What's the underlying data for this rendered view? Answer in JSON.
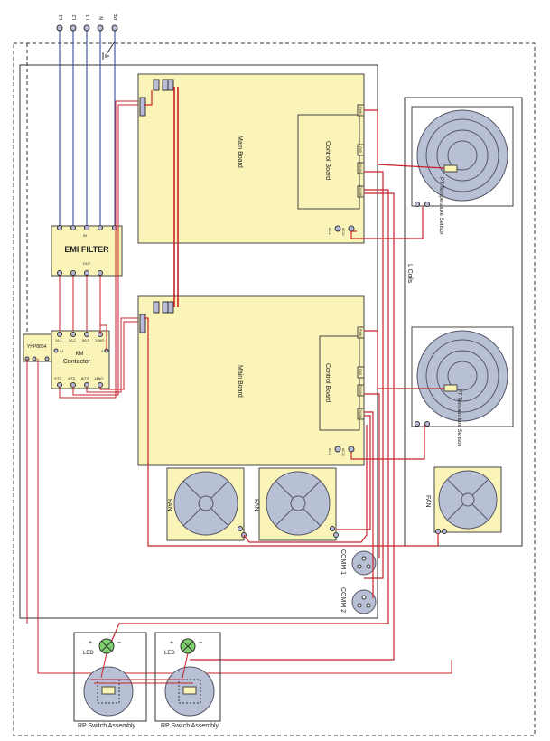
{
  "terminals": [
    "L1",
    "L2",
    "L3",
    "N",
    "PE"
  ],
  "emi_filter": {
    "title": "EMI FILTER",
    "in_label": "IN",
    "out_label": "OUT"
  },
  "relay": {
    "label": "YHP8864"
  },
  "contactor": {
    "title": "KM",
    "subtitle": "Contactor",
    "top_pins": [
      "1/L1",
      "3/L2",
      "5/L3",
      "13NO"
    ],
    "bottom_pins": [
      "2/T1",
      "4/T2",
      "6/T3",
      "14NO"
    ],
    "side_pins": [
      "A1",
      "A2"
    ]
  },
  "boards": [
    {
      "main_label": "Main Board",
      "control_label": "Control Board",
      "ports": [
        "PWM",
        "CN5",
        "CN10A",
        "CN10B"
      ],
      "power_pins": [
        "AC-L",
        "AC-N"
      ]
    },
    {
      "main_label": "Main Board",
      "control_label": "Control Board",
      "ports": [
        "PWM",
        "CN5",
        "CN10A",
        "CN10B"
      ],
      "power_pins": [
        "AC-L",
        "AC-N"
      ]
    }
  ],
  "coils_label": "L Coils",
  "sensors": [
    "PT Temperature Sensor",
    "PT Temperature Sensor"
  ],
  "fans": [
    "FAN",
    "FAN",
    "FAN"
  ],
  "comm": [
    "COMM 1",
    "COMM 2"
  ],
  "switches": [
    {
      "title": "RP Switch Assembly",
      "led_label": "LED",
      "plus": "+",
      "minus": "−"
    },
    {
      "title": "RP Switch Assembly",
      "led_label": "LED",
      "plus": "+",
      "minus": "−"
    }
  ],
  "colors": {
    "wire_red": "#c8232c",
    "wire_blue": "#4a5aa8",
    "board_fill": "#fbf4b8",
    "frame": "#333333"
  }
}
